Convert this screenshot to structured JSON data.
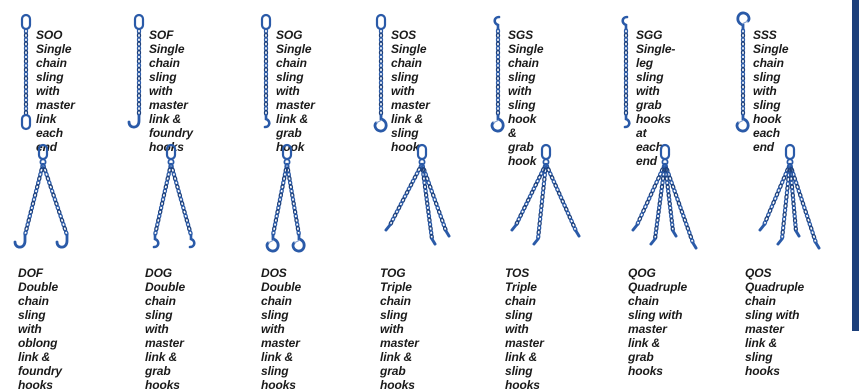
{
  "colors": {
    "chain": "#2a5aa8",
    "chain_dark": "#1c3f7a",
    "hook": "#2a5aa8",
    "text": "#1a1a1a",
    "side_strip": "#1c3f7a"
  },
  "row1": [
    {
      "code": "SOO",
      "desc": "Single chain sling with master link each end",
      "lines": [
        "Single chain",
        "sling with",
        "master link",
        "each end"
      ],
      "top": "oblong-link-icon",
      "bottom": "oblong-link-icon"
    },
    {
      "code": "SOF",
      "desc": "Single chain sling with master link & foundry hooks",
      "lines": [
        "Single chain",
        "sling with",
        "master link &",
        "foundry hooks"
      ],
      "top": "oblong-link-icon",
      "bottom": "foundry-hook-icon"
    },
    {
      "code": "SOG",
      "desc": "Single chain sling with master link & grab hook",
      "lines": [
        "Single chain",
        "sling with",
        "master link &",
        "grab hook"
      ],
      "top": "oblong-link-icon",
      "bottom": "grab-hook-icon"
    },
    {
      "code": "SOS",
      "desc": "Single chain sling with master link & sling hook",
      "lines": [
        "Single chain",
        "sling with",
        "master link &",
        "sling hook"
      ],
      "top": "oblong-link-icon",
      "bottom": "sling-hook-icon"
    },
    {
      "code": "SGS",
      "desc": "Single chain sling with sling hook & grab hook",
      "lines": [
        "Single chain",
        "sling with",
        "sling hook &",
        "grab hook"
      ],
      "top": "grab-hook-icon",
      "bottom": "sling-hook-icon"
    },
    {
      "code": "SGG",
      "desc": "Single-leg sling with grab hooks at each end",
      "lines": [
        "Single-leg",
        "sling with",
        "grab hooks at",
        "each end"
      ],
      "top": "grab-hook-icon",
      "bottom": "grab-hook-icon"
    },
    {
      "code": "SSS",
      "desc": "Single chain sling with sling hook each end",
      "lines": [
        "Single chain",
        "sling with",
        "sling hook",
        "each end"
      ],
      "top": "sling-hook-icon",
      "bottom": "sling-hook-icon"
    }
  ],
  "row2": [
    {
      "code": "DOF",
      "lines": [
        "Double chain sling",
        "with oblong link &",
        "foundry hooks"
      ],
      "legs": 2,
      "end": "foundry-hook-icon"
    },
    {
      "code": "DOG",
      "lines": [
        "Double chain",
        "sling with master",
        "link & grab hooks"
      ],
      "legs": 2,
      "end": "grab-hook-icon"
    },
    {
      "code": "DOS",
      "lines": [
        "Double chain",
        "sling with master",
        "link & sling hooks"
      ],
      "legs": 2,
      "end": "sling-hook-icon"
    },
    {
      "code": "TOG",
      "lines": [
        "Triple chain sling",
        "with master link &",
        "grab hooks"
      ],
      "legs": 3,
      "end": "grab-hook-icon"
    },
    {
      "code": "TOS",
      "lines": [
        "Triple chain sling",
        "with master link &",
        "sling hooks"
      ],
      "legs": 3,
      "end": "sling-hook-icon"
    },
    {
      "code": "QOG",
      "lines": [
        "Quadruple chain",
        "sling with master",
        "link & grab hooks"
      ],
      "legs": 4,
      "end": "grab-hook-icon"
    },
    {
      "code": "QOS",
      "lines": [
        "Quadruple chain",
        "sling with master",
        "link & sling hooks"
      ],
      "legs": 4,
      "end": "sling-hook-icon"
    }
  ]
}
